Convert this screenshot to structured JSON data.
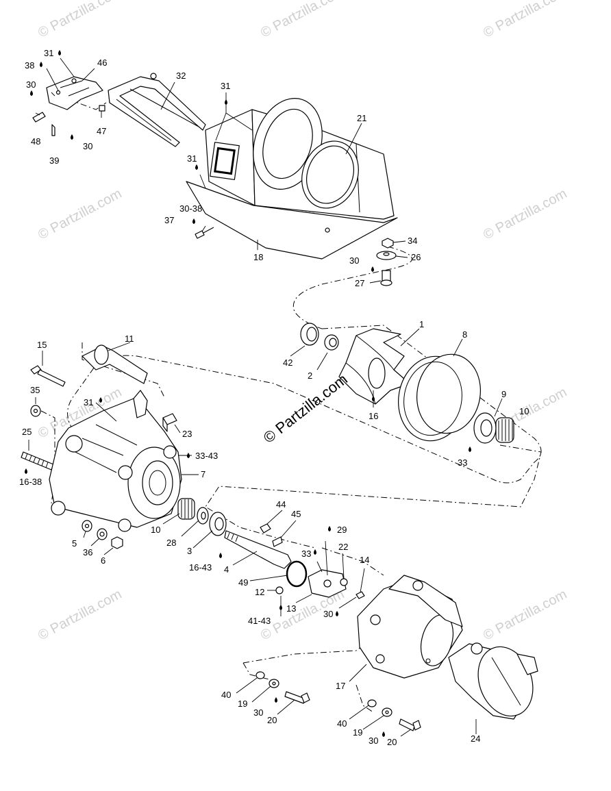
{
  "diagram": {
    "copyright_center": "© Partzilla.com",
    "watermark_text": "© Partzilla.com",
    "drop_icon": "oil-drop-icon",
    "labels": {
      "p31a": "31",
      "p38a": "38",
      "p46": "46",
      "p30a": "30",
      "p32": "32",
      "p47": "47",
      "p48": "48",
      "p30b": "30",
      "p39": "39",
      "p31b": "31",
      "p21": "21",
      "p31c": "31",
      "p30_38": "30-38",
      "p37": "37",
      "p18": "18",
      "p34": "34",
      "p30c": "30",
      "p26": "26",
      "p27": "27",
      "p1": "1",
      "p8": "8",
      "p42": "42",
      "p2": "2",
      "p16a": "16",
      "p9": "9",
      "p10a": "10",
      "p33a": "33",
      "p15": "15",
      "p11": "11",
      "p35": "35",
      "p31d": "31",
      "p23": "23",
      "p25": "25",
      "p33_43": "33-43",
      "p7": "7",
      "p16_38": "16-38",
      "p10b": "10",
      "p28": "28",
      "p5": "5",
      "p36": "36",
      "p6": "6",
      "p3": "3",
      "p16_43": "16-43",
      "p4": "4",
      "p44": "44",
      "p45": "45",
      "p29": "29",
      "p33b": "33",
      "p22": "22",
      "p14": "14",
      "p49": "49",
      "p12": "12",
      "p13": "13",
      "p30d": "30",
      "p41_43": "41-43",
      "p17": "17",
      "p40a": "40",
      "p19a": "19",
      "p30e": "30",
      "p20a": "20",
      "p40b": "40",
      "p19b": "19",
      "p30f": "30",
      "p20b": "20",
      "p24": "24"
    }
  }
}
